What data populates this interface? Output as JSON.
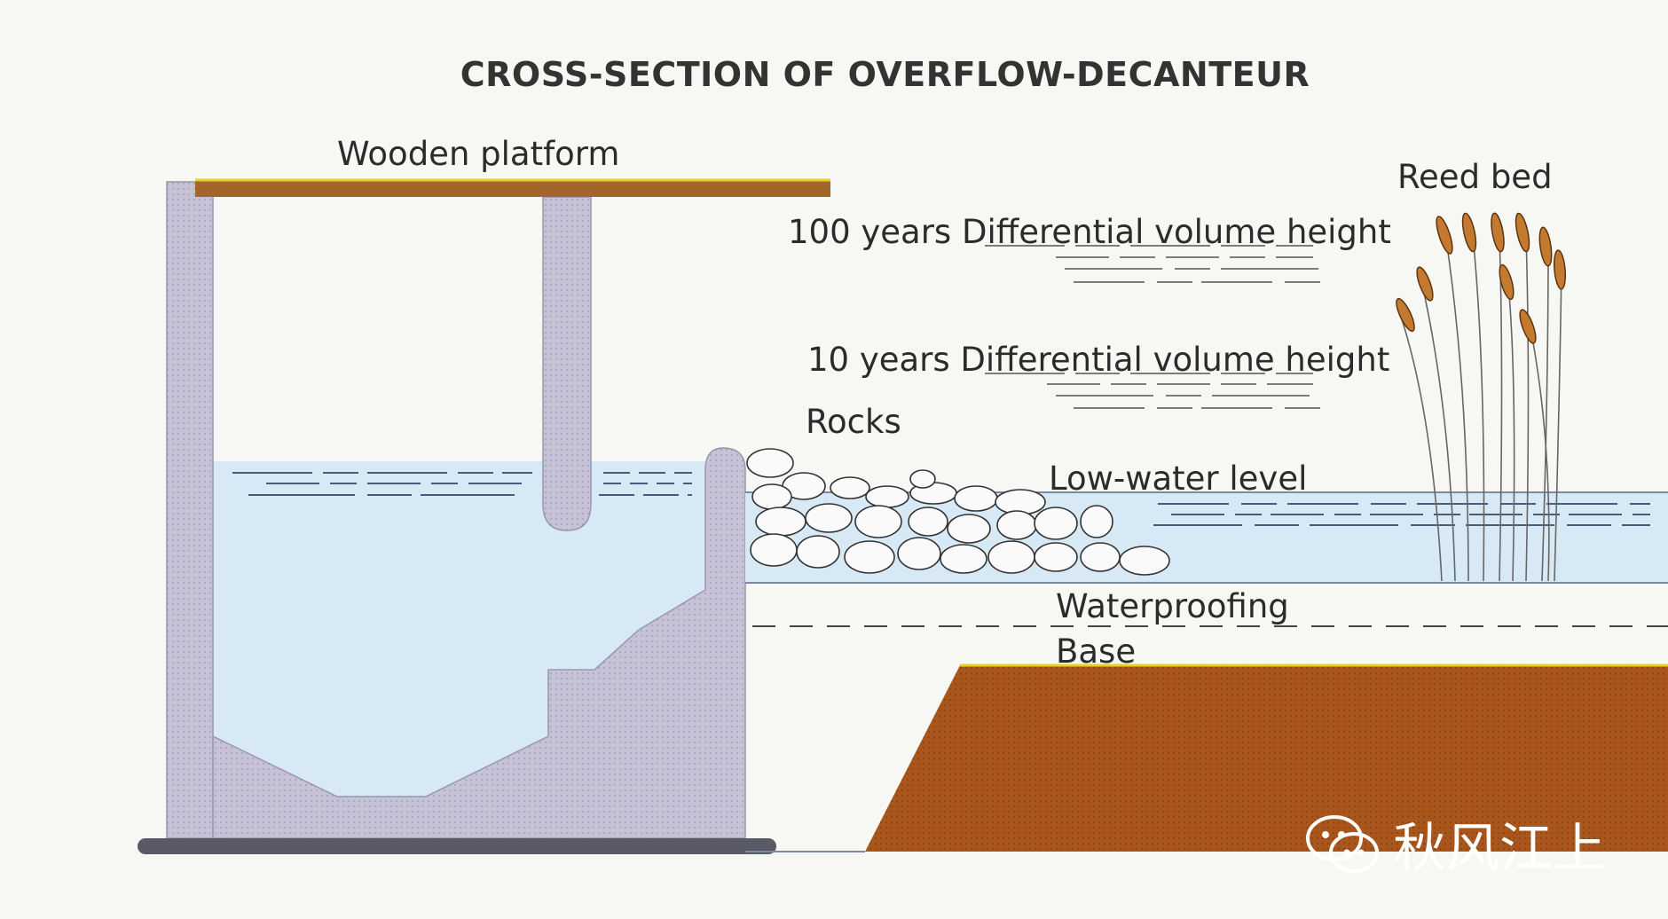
{
  "title": "CROSS-SECTION OF OVERFLOW-DECANTEUR",
  "labels": {
    "wooden_platform": "Wooden platform",
    "reed_bed": "Reed bed",
    "height_100": "100 years Differential volume height",
    "height_10": "10 years Differential volume height",
    "rocks": "Rocks",
    "low_water": "Low-water level",
    "waterproofing": "Waterproofing",
    "base": "Base"
  },
  "watermark": "秋风江上",
  "colors": {
    "background": "#f7f8f4",
    "concrete": "#c7c3d6",
    "water": "#d7e9f4",
    "earth": "#a8561c",
    "platform": "#a2662d",
    "reed": "#c47a2e",
    "text": "#2b2b2b"
  }
}
